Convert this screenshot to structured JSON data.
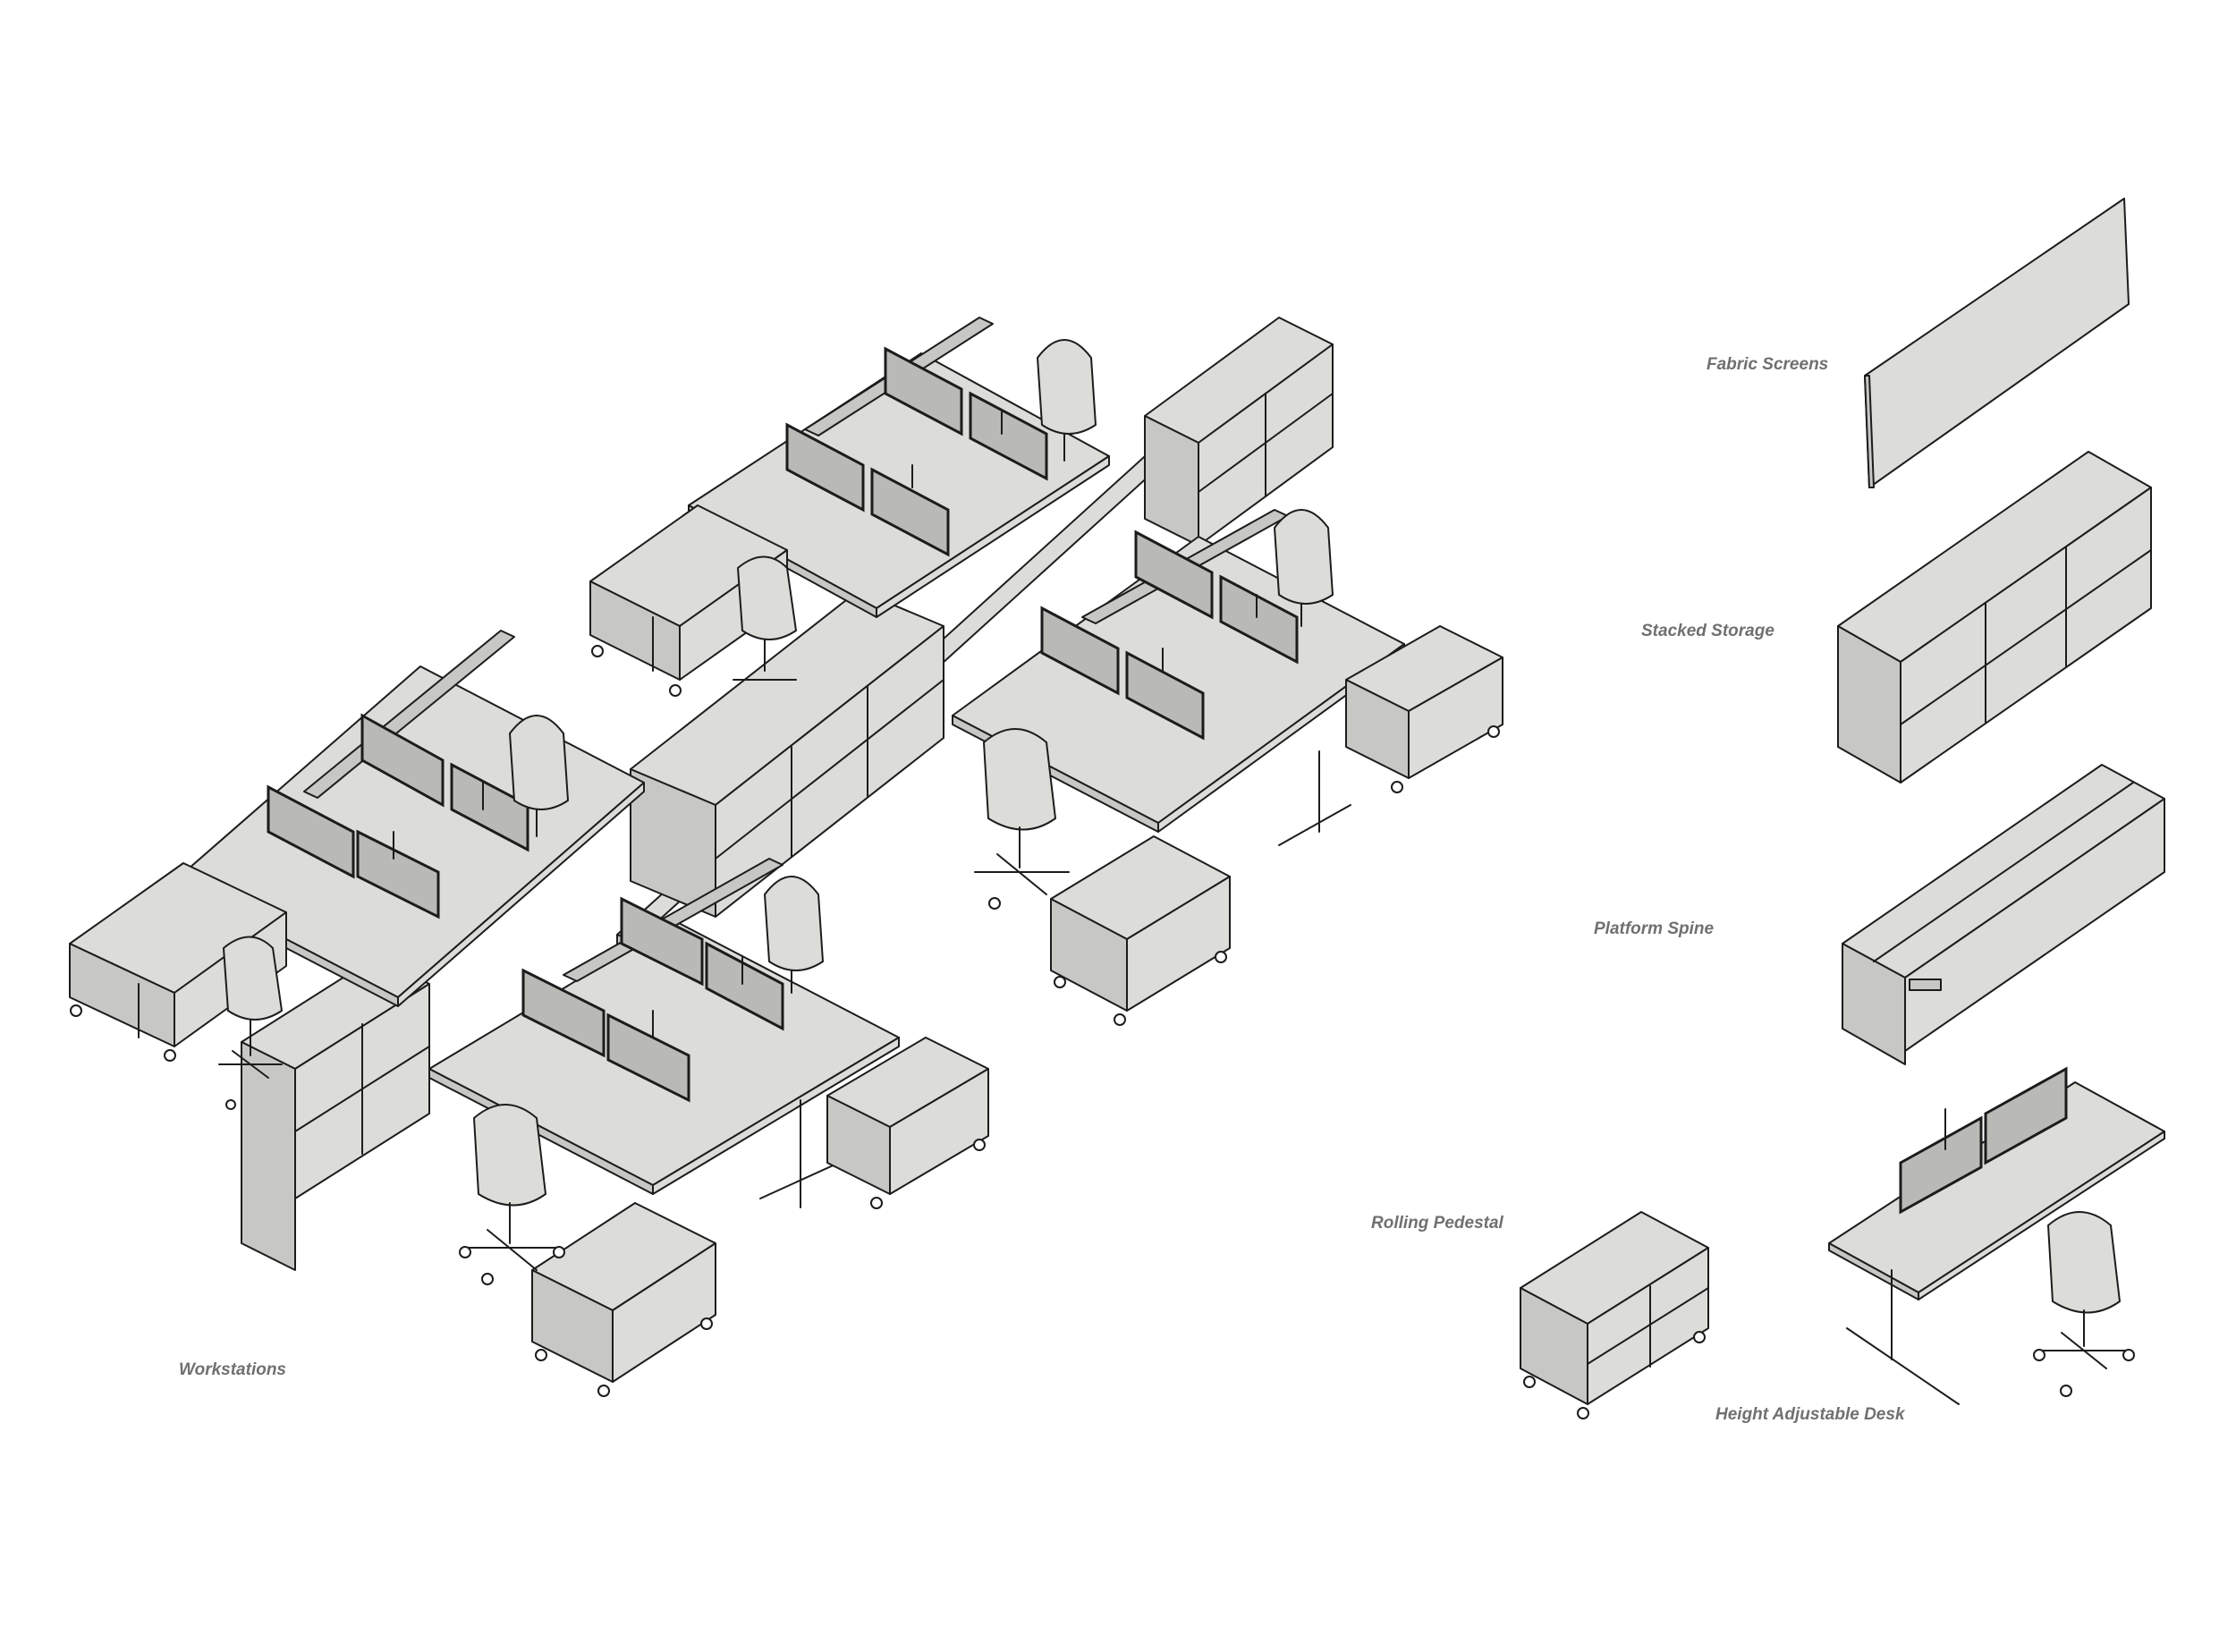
{
  "labels": {
    "workstations": "Workstations",
    "fabric_screens": "Fabric Screens",
    "stacked_storage": "Stacked Storage",
    "platform_spine": "Platform Spine",
    "rolling_pedestal": "Rolling Pedestal",
    "height_adjustable_desk": "Height Adjustable Desk"
  },
  "colors": {
    "surface": "#dcdcd9",
    "line": "#1c1c1c",
    "label": "#707070"
  }
}
